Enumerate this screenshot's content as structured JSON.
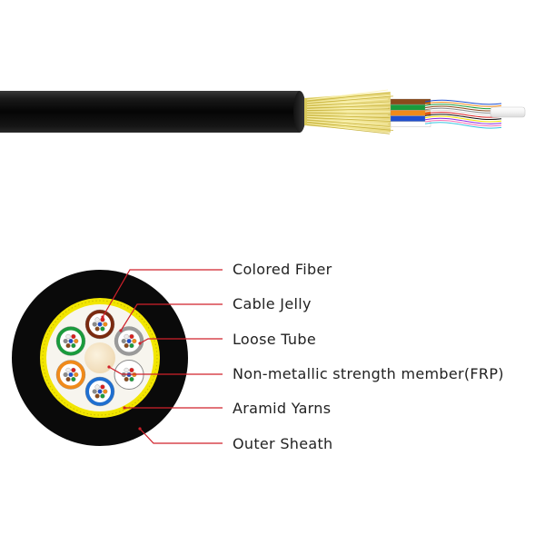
{
  "labels": [
    "Colored Fiber",
    "Cable Jelly",
    "Loose Tube",
    "Non-metallic strength member(FRP)",
    "Aramid Yarns",
    "Outer Sheath"
  ],
  "colors": {
    "sheath": "#0a0a0a",
    "aramid": "#f2e600",
    "jelly": "#f7f5ee",
    "frp": "#f3e2c4",
    "leader_line": "#d0202a",
    "text": "#222222"
  },
  "tubes": [
    "brown",
    "gray",
    "white",
    "blue",
    "orange",
    "green"
  ],
  "fiber_colors": [
    "#1f4fd0",
    "#f08a1a",
    "#1a9b3c",
    "#8a4a1c",
    "#8a8a8a",
    "#ffffff",
    "#d82020",
    "#111111",
    "#f2e600",
    "#8a2be2",
    "#ff6fb0",
    "#37c5e0"
  ]
}
